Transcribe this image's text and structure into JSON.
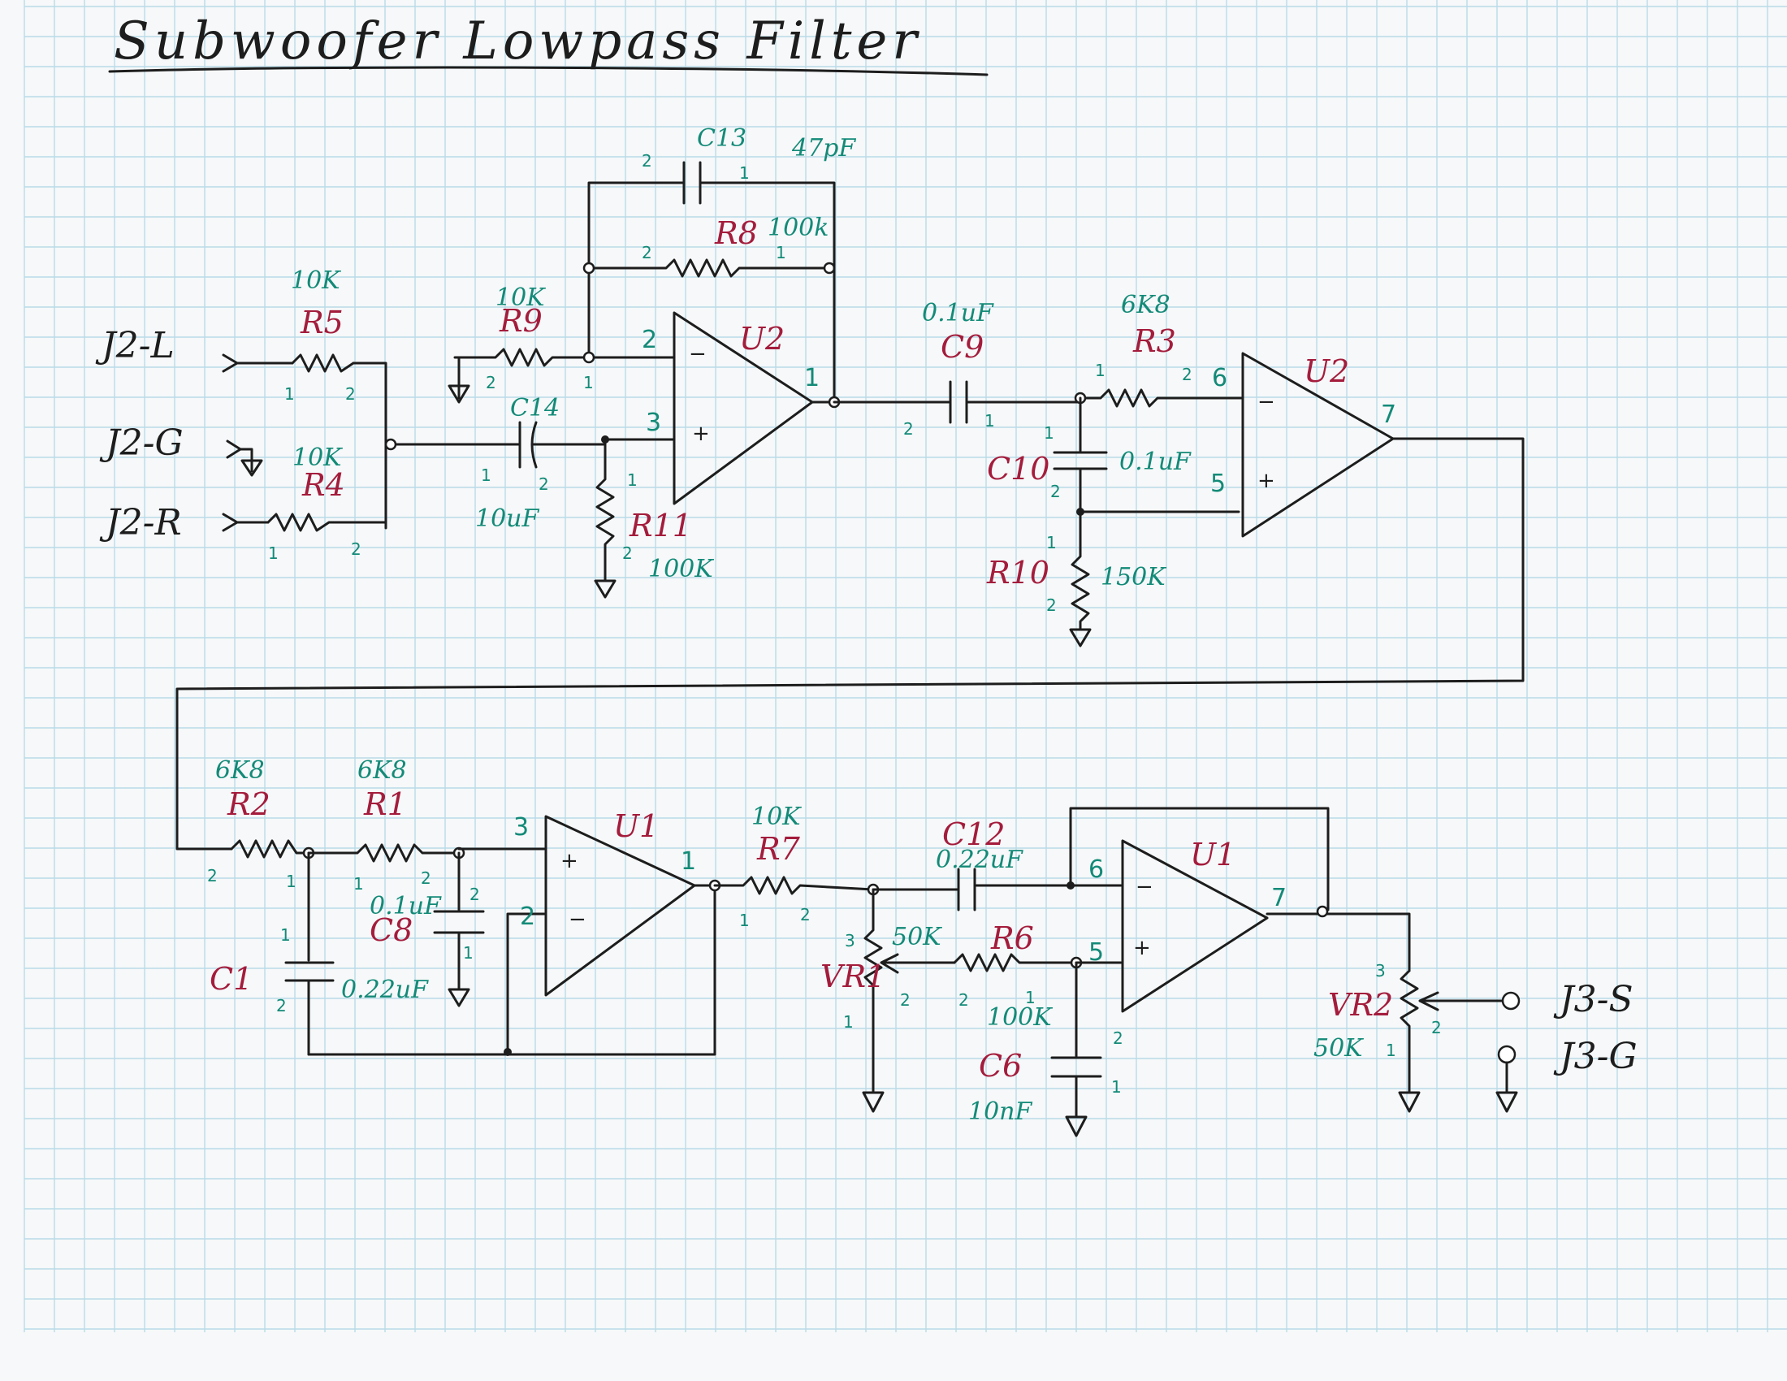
{
  "title": "Subwoofer Lowpass Filter",
  "connectors": {
    "j2_l": "J2-L",
    "j2_g": "J2-G",
    "j2_r": "J2-R",
    "j3_s": "J3-S",
    "j3_g": "J3-G"
  },
  "components": {
    "r5": {
      "ref": "R5",
      "value": "10K"
    },
    "r4": {
      "ref": "R4",
      "value": "10K"
    },
    "r9": {
      "ref": "R9",
      "value": "10K"
    },
    "r8": {
      "ref": "R8",
      "value": "100k"
    },
    "r11": {
      "ref": "R11",
      "value": "100K"
    },
    "r3": {
      "ref": "R3",
      "value": "6K8"
    },
    "r10": {
      "ref": "R10",
      "value": "150K"
    },
    "r2": {
      "ref": "R2",
      "value": "6K8"
    },
    "r1": {
      "ref": "R1",
      "value": "6K8"
    },
    "r7": {
      "ref": "R7",
      "value": "10K"
    },
    "r6": {
      "ref": "R6",
      "value": "100K"
    },
    "c13": {
      "ref": "C13",
      "value": "47pF"
    },
    "c14": {
      "ref": "C14",
      "value": "10uF"
    },
    "c9": {
      "ref": "C9",
      "value": "0.1uF"
    },
    "c10": {
      "ref": "C10",
      "value": "0.1uF"
    },
    "c8": {
      "ref": "C8",
      "value": "0.1uF"
    },
    "c1": {
      "ref": "C1",
      "value": "0.22uF"
    },
    "c12": {
      "ref": "C12",
      "value": "0.22uF"
    },
    "c6": {
      "ref": "C6",
      "value": "10nF"
    },
    "vr1": {
      "ref": "VR1",
      "value": "50K"
    },
    "vr2": {
      "ref": "VR2",
      "value": "50K"
    },
    "u2a": {
      "ref": "U2"
    },
    "u2b": {
      "ref": "U2"
    },
    "u1a": {
      "ref": "U1"
    },
    "u1b": {
      "ref": "U1"
    }
  },
  "pins": {
    "one": "1",
    "two": "2",
    "three": "3",
    "five": "5",
    "six": "6",
    "seven": "7"
  },
  "signs": {
    "minus": "−",
    "plus": "+"
  }
}
